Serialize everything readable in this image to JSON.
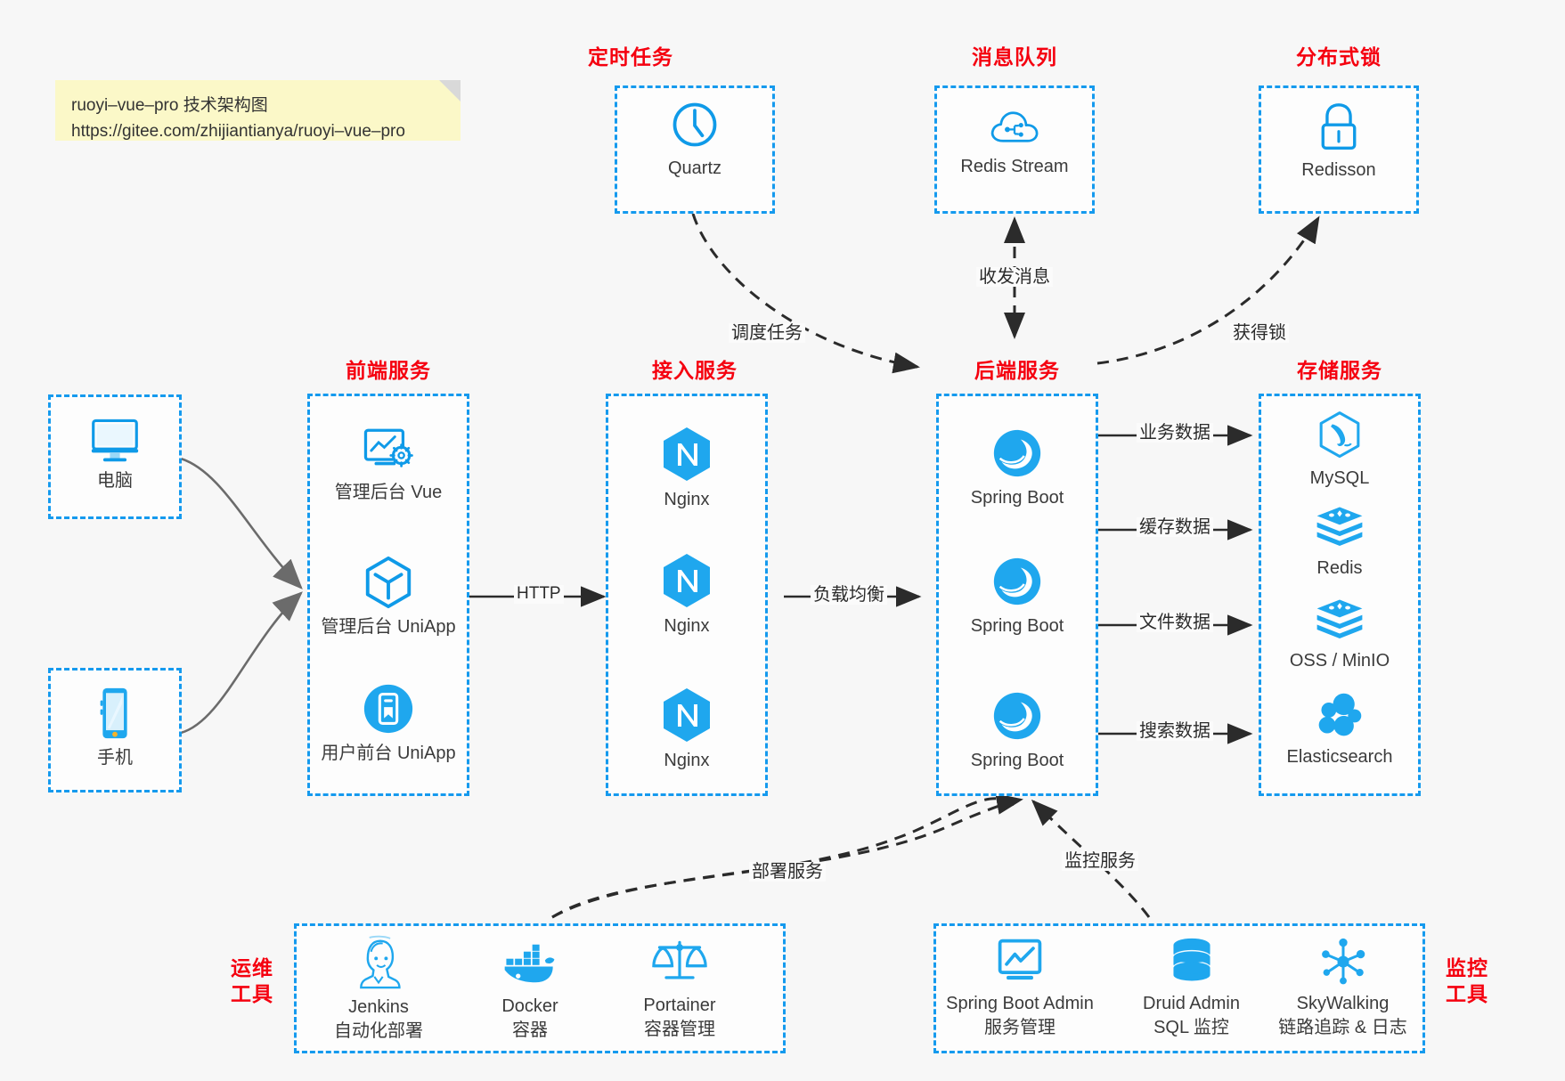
{
  "note": {
    "line1": "ruoyi–vue–pro 技术架构图",
    "line2": "https://gitee.com/zhijiantianya/ruoyi–vue–pro"
  },
  "colors": {
    "accent_blue": "#159aee",
    "title_red": "#f5000f",
    "icon_blue": "#0f9ae8",
    "text_dark": "#3b3b3b",
    "canvas_bg": "#f7f7f7",
    "note_bg": "#fbf8c8"
  },
  "groups": {
    "scheduler": {
      "title": "定时任务",
      "nodes": [
        {
          "label": "Quartz",
          "icon": "clock-icon"
        }
      ]
    },
    "mq": {
      "title": "消息队列",
      "nodes": [
        {
          "label": "Redis Stream",
          "icon": "cloud-stream-icon"
        }
      ]
    },
    "lock": {
      "title": "分布式锁",
      "nodes": [
        {
          "label": "Redisson",
          "icon": "lock-icon"
        }
      ]
    },
    "clients": {
      "nodes": [
        {
          "label": "电脑",
          "icon": "desktop-icon"
        },
        {
          "label": "手机",
          "icon": "mobile-phone-icon"
        }
      ]
    },
    "frontend": {
      "title": "前端服务",
      "nodes": [
        {
          "label": "管理后台 Vue",
          "icon": "dashboard-gear-icon"
        },
        {
          "label": "管理后台 UniApp",
          "icon": "hexagon-cube-icon"
        },
        {
          "label": "用户前台 UniApp",
          "icon": "app-circle-icon"
        }
      ]
    },
    "gateway": {
      "title": "接入服务",
      "nodes": [
        {
          "label": "Nginx",
          "icon": "nginx-icon"
        },
        {
          "label": "Nginx",
          "icon": "nginx-icon"
        },
        {
          "label": "Nginx",
          "icon": "nginx-icon"
        }
      ]
    },
    "backend": {
      "title": "后端服务",
      "nodes": [
        {
          "label": "Spring Boot",
          "icon": "spring-boot-icon"
        },
        {
          "label": "Spring Boot",
          "icon": "spring-boot-icon"
        },
        {
          "label": "Spring Boot",
          "icon": "spring-boot-icon"
        }
      ]
    },
    "storage": {
      "title": "存储服务",
      "nodes": [
        {
          "label": "MySQL",
          "icon": "mysql-icon"
        },
        {
          "label": "Redis",
          "icon": "redis-icon"
        },
        {
          "label": "OSS / MinIO",
          "icon": "oss-minio-icon"
        },
        {
          "label": "Elasticsearch",
          "icon": "elasticsearch-icon"
        }
      ]
    },
    "devops": {
      "title_line1": "运维",
      "title_line2": "工具",
      "nodes": [
        {
          "label": "Jenkins",
          "sub": "自动化部署",
          "icon": "jenkins-icon"
        },
        {
          "label": "Docker",
          "sub": "容器",
          "icon": "docker-icon"
        },
        {
          "label": "Portainer",
          "sub": "容器管理",
          "icon": "scales-icon"
        }
      ]
    },
    "monitoring": {
      "title_line1": "监控",
      "title_line2": "工具",
      "nodes": [
        {
          "label": "Spring Boot Admin",
          "sub": "服务管理",
          "icon": "monitor-chart-icon"
        },
        {
          "label": "Druid Admin",
          "sub": "SQL 监控",
          "icon": "database-icon"
        },
        {
          "label": "SkyWalking",
          "sub": "链路追踪 & 日志",
          "icon": "skywalking-icon"
        }
      ]
    }
  },
  "edges": {
    "schedule_task": "调度任务",
    "send_receive_message": "收发消息",
    "acquire_lock": "获得锁",
    "http": "HTTP",
    "load_balance": "负载均衡",
    "business_data": "业务数据",
    "cache_data": "缓存数据",
    "file_data": "文件数据",
    "search_data": "搜索数据",
    "deploy_service": "部署服务",
    "monitor_service": "监控服务"
  }
}
